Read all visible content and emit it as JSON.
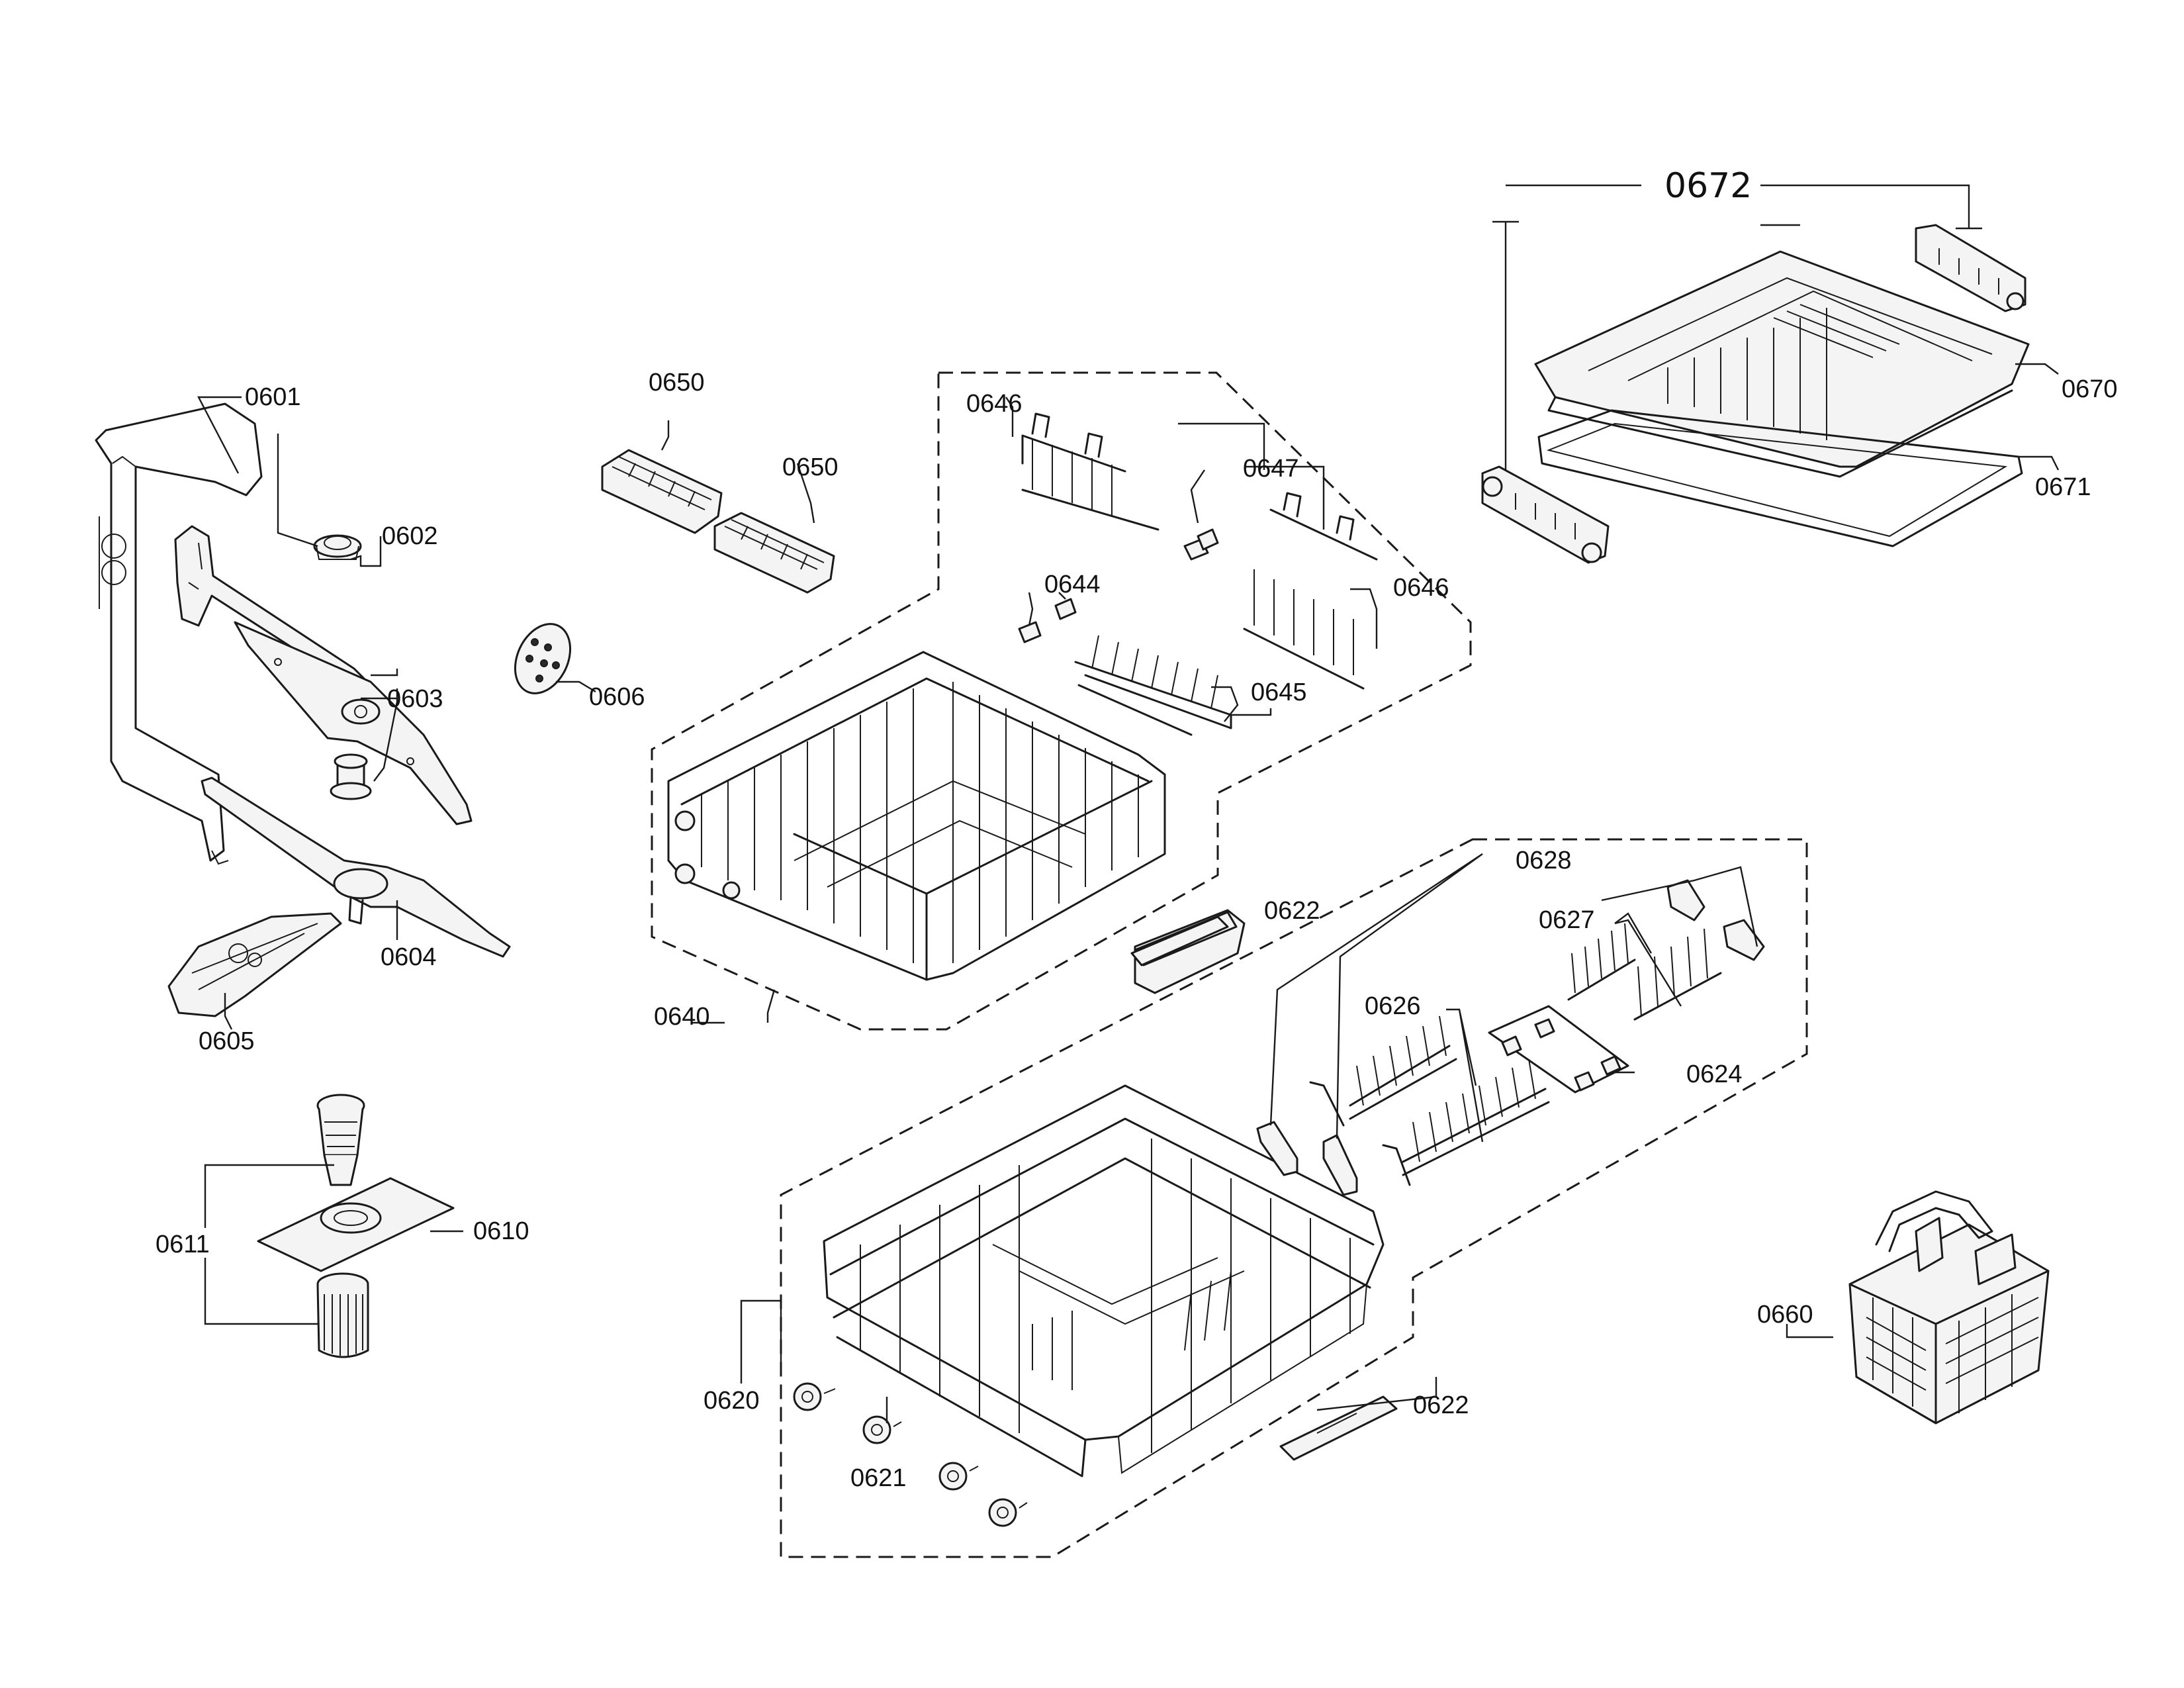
{
  "labels": {
    "p0601": "0601",
    "p0602": "0602",
    "p0603": "0603",
    "p0604": "0604",
    "p0605": "0605",
    "p0606": "0606",
    "p0610": "0610",
    "p0611": "0611",
    "p0620": "0620",
    "p0621": "0621",
    "p0622a": "0622",
    "p0622b": "0622",
    "p0624": "0624",
    "p0626": "0626",
    "p0627": "0627",
    "p0628": "0628",
    "p0640": "0640",
    "p0644": "0644",
    "p0645": "0645",
    "p0646a": "0646",
    "p0646b": "0646",
    "p0647": "0647",
    "p0650a": "0650",
    "p0650b": "0650",
    "p0660": "0660",
    "p0670": "0670",
    "p0671": "0671",
    "p0672": "0672"
  }
}
